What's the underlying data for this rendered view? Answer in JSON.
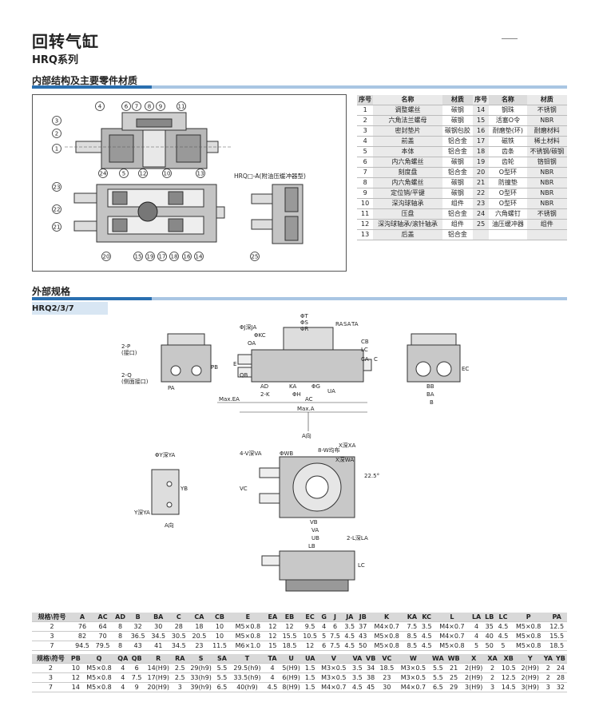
{
  "header": {
    "title": "回转气缸",
    "series": "HRQ系列"
  },
  "sections": {
    "internal": "内部结构及主要零件材质",
    "external": "外部规格",
    "model": "HRQ2/3/7"
  },
  "diagram": {
    "callouts_top": [
      "4",
      "6",
      "7",
      "8",
      "9",
      "11"
    ],
    "callouts_left": [
      "3",
      "2",
      "1"
    ],
    "callouts_mid": [
      "24",
      "5",
      "12",
      "10",
      "13"
    ],
    "callouts_left2": [
      "23",
      "22",
      "21"
    ],
    "callouts_bottom": [
      "20",
      "15",
      "19",
      "17",
      "18",
      "16",
      "14"
    ],
    "variant_label": "HRQ□-A(附油压缓冲器型)",
    "variant_callout": "25"
  },
  "parts_table": {
    "headers": [
      "序号",
      "名称",
      "材质",
      "序号",
      "名称",
      "材质"
    ],
    "rows": [
      [
        "1",
        "调整螺丝",
        "碳钢",
        "14",
        "钢珠",
        "不锈钢"
      ],
      [
        "2",
        "六角法兰螺母",
        "碳钢",
        "15",
        "活塞O令",
        "NBR"
      ],
      [
        "3",
        "密封垫片",
        "碳钢包胶",
        "16",
        "耐磨垫(环)",
        "耐磨材料"
      ],
      [
        "4",
        "前盖",
        "铝合金",
        "17",
        "磁铁",
        "稀土材料"
      ],
      [
        "5",
        "本体",
        "铝合金",
        "18",
        "齿条",
        "不锈钢/碳钢"
      ],
      [
        "6",
        "内六角螺丝",
        "碳钢",
        "19",
        "齿轮",
        "铬钼钢"
      ],
      [
        "7",
        "刻度盘",
        "铝合金",
        "20",
        "O型环",
        "NBR"
      ],
      [
        "8",
        "内六角螺丝",
        "碳钢",
        "21",
        "防撞垫",
        "NBR"
      ],
      [
        "9",
        "定位销/平键",
        "碳钢",
        "22",
        "O型环",
        "NBR"
      ],
      [
        "10",
        "深沟球轴承",
        "组件",
        "23",
        "O型环",
        "NBR"
      ],
      [
        "11",
        "压盘",
        "铝合金",
        "24",
        "六角螺钉",
        "不锈钢"
      ],
      [
        "12",
        "深沟球轴承/滚针轴承",
        "组件",
        "25",
        "油压缓冲器",
        "组件"
      ],
      [
        "13",
        "后盖",
        "铝合金",
        "",
        "",
        ""
      ]
    ]
  },
  "drawing_labels": {
    "front": [
      "ΦJ深JA",
      "ΦKC",
      "ΦT",
      "ΦS",
      "ΦR",
      "OA",
      "RA",
      "SA",
      "TA",
      "CB",
      "LC",
      "CA",
      "C",
      "E",
      "QB",
      "AD",
      "2-K",
      "KA",
      "ΦH",
      "ΦG",
      "UA",
      "Max.EA",
      "AC",
      "Max.A",
      "A向"
    ],
    "left": [
      "2-P",
      "(接口)",
      "2-Q",
      "(侧面接口)",
      "PA",
      "PB"
    ],
    "right": [
      "EC",
      "BB",
      "BA",
      "B"
    ],
    "top": [
      "ΦY深YA",
      "YB",
      "Y深YA",
      "A向",
      "4-V深VA",
      "ΦWB",
      "8-W均布",
      "X深XA",
      "X深WA",
      "22.5°",
      "VC",
      "VB",
      "VA",
      "UB"
    ],
    "bottom": [
      "LB",
      "2-L深LA",
      "LC"
    ]
  },
  "spec_table_1": {
    "headers": [
      "规格\\符号",
      "A",
      "AC",
      "AD",
      "B",
      "BA",
      "C",
      "CA",
      "CB",
      "E",
      "EA",
      "EB",
      "EC",
      "G",
      "J",
      "JA",
      "JB",
      "K",
      "KA",
      "KC",
      "L",
      "LA",
      "LB",
      "LC",
      "P",
      "PA"
    ],
    "rows": [
      [
        "2",
        "76",
        "64",
        "8",
        "32",
        "30",
        "28",
        "18",
        "10",
        "M5×0.8",
        "12",
        "12",
        "9.5",
        "4",
        "6",
        "3.5",
        "37",
        "M4×0.7",
        "7.5",
        "3.5",
        "M4×0.7",
        "4",
        "35",
        "4.5",
        "M5×0.8",
        "12.5"
      ],
      [
        "3",
        "82",
        "70",
        "8",
        "36.5",
        "34.5",
        "30.5",
        "20.5",
        "10",
        "M5×0.8",
        "12",
        "15.5",
        "10.5",
        "5",
        "7.5",
        "4.5",
        "43",
        "M5×0.8",
        "8.5",
        "4.5",
        "M4×0.7",
        "4",
        "40",
        "4.5",
        "M5×0.8",
        "15.5"
      ],
      [
        "7",
        "94.5",
        "79.5",
        "8",
        "43",
        "41",
        "34.5",
        "23",
        "11.5",
        "M6×1.0",
        "15",
        "18.5",
        "12",
        "6",
        "7.5",
        "4.5",
        "50",
        "M5×0.8",
        "8.5",
        "4.5",
        "M5×0.8",
        "5",
        "50",
        "5",
        "M5×0.8",
        "18.5"
      ]
    ]
  },
  "spec_table_2": {
    "headers": [
      "规格\\符号",
      "PB",
      "Q",
      "QA",
      "QB",
      "R",
      "RA",
      "S",
      "SA",
      "T",
      "TA",
      "U",
      "UA",
      "V",
      "VA",
      "VB",
      "VC",
      "W",
      "WA",
      "WB",
      "X",
      "XA",
      "XB",
      "Y",
      "YA",
      "YB"
    ],
    "rows": [
      [
        "2",
        "10",
        "M5×0.8",
        "4",
        "6",
        "14(H9)",
        "2.5",
        "29(h9)",
        "5.5",
        "29.5(h9)",
        "4",
        "5(H9)",
        "1.5",
        "M3×0.5",
        "3.5",
        "34",
        "18.5",
        "M3×0.5",
        "5.5",
        "21",
        "2(H9)",
        "2",
        "10.5",
        "2(H9)",
        "2",
        "24"
      ],
      [
        "3",
        "12",
        "M5×0.8",
        "4",
        "7.5",
        "17(H9)",
        "2.5",
        "33(h9)",
        "5.5",
        "33.5(h9)",
        "4",
        "6(H9)",
        "1.5",
        "M3×0.5",
        "3.5",
        "38",
        "23",
        "M3×0.5",
        "5.5",
        "25",
        "2(H9)",
        "2",
        "12.5",
        "2(H9)",
        "2",
        "28"
      ],
      [
        "7",
        "14",
        "M5×0.8",
        "4",
        "9",
        "20(H9)",
        "3",
        "39(h9)",
        "6.5",
        "40(h9)",
        "4.5",
        "8(H9)",
        "1.5",
        "M4×0.7",
        "4.5",
        "45",
        "30",
        "M4×0.7",
        "6.5",
        "29",
        "3(H9)",
        "3",
        "14.5",
        "3(H9)",
        "3",
        "32"
      ]
    ]
  }
}
